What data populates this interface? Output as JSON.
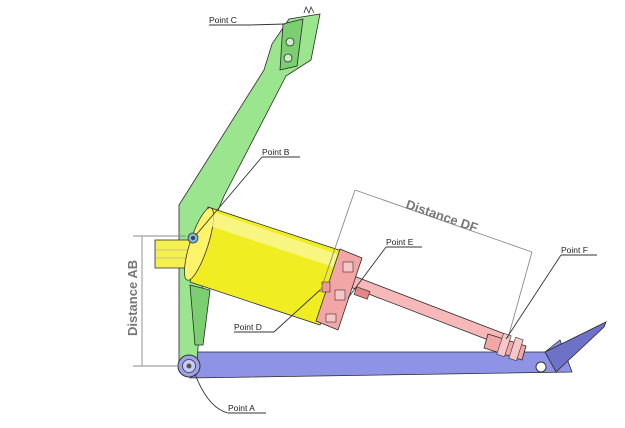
{
  "labels": {
    "point_a": "Point A",
    "point_b": "Point B",
    "point_c": "Point C",
    "point_d": "Point D",
    "point_e": "Point E",
    "point_f": "Point F",
    "distance_ab": "Distance AB",
    "distance_df": "Distance DF"
  },
  "colors": {
    "lever": "#9ae58e",
    "base_bar": "#8f93e6",
    "cylinder": "#f0ee22",
    "cylinder_cap": "#f3a6a6",
    "piston_rod": "#f6b8b8",
    "dimension": "#777777"
  }
}
